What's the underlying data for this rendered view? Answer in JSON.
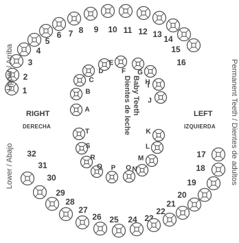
{
  "side_labels": {
    "upper": "Upper / Arriba",
    "lower": "Lower / Abajo",
    "permanent": "Permanent Teeth / Dientes de adultos"
  },
  "right": {
    "title": "RIGHT",
    "sub": "DERECHA"
  },
  "left": {
    "title": "LEFT",
    "sub": "IZQUIERDA"
  },
  "baby_label": {
    "line1": "Baby Teeth",
    "line2": "Dientes de leche"
  },
  "permanent_teeth": [
    "1",
    "2",
    "3",
    "4",
    "5",
    "6",
    "7",
    "8",
    "9",
    "10",
    "11",
    "12",
    "13",
    "14",
    "15",
    "16",
    "17",
    "18",
    "19",
    "20",
    "21",
    "22",
    "23",
    "24",
    "25",
    "26",
    "27",
    "28",
    "29",
    "30",
    "31",
    "32"
  ],
  "baby_teeth": [
    "A",
    "B",
    "C",
    "D",
    "E",
    "F",
    "G",
    "H",
    "I",
    "J",
    "K",
    "L",
    "M",
    "N",
    "O",
    "P",
    "Q",
    "R",
    "S",
    "T"
  ],
  "colors": {
    "ink": "#3a3a3a",
    "outline": "#555555",
    "background": "#ffffff"
  }
}
